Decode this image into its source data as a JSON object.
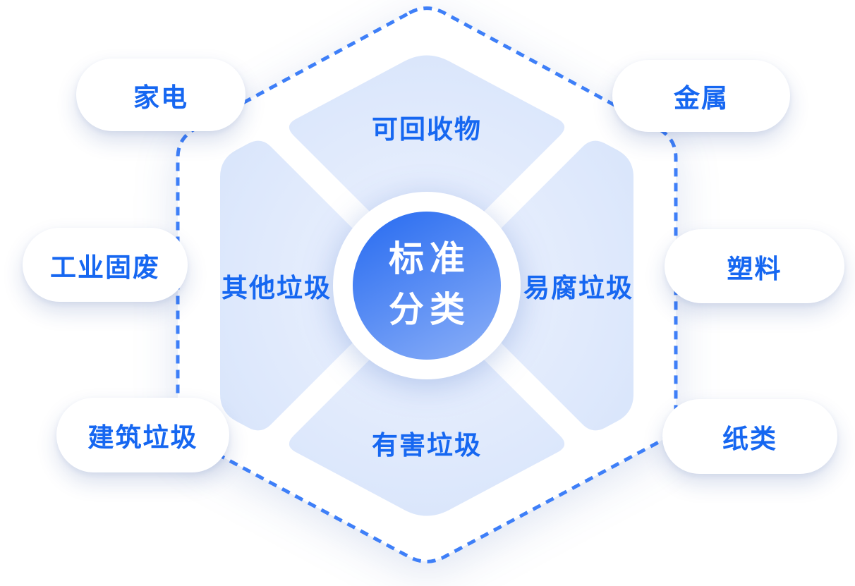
{
  "center": {
    "line1": "标准",
    "line2": "分类"
  },
  "quadrants": [
    {
      "id": "top",
      "label": "可回收物"
    },
    {
      "id": "right",
      "label": "易腐垃圾"
    },
    {
      "id": "bottom",
      "label": "有害垃圾"
    },
    {
      "id": "left",
      "label": "其他垃圾"
    }
  ],
  "satellites": [
    {
      "id": "jiadian",
      "label": "家电",
      "position": "left-top"
    },
    {
      "id": "gongyegufei",
      "label": "工业固废",
      "position": "left-middle"
    },
    {
      "id": "jianzhulaji",
      "label": "建筑垃圾",
      "position": "left-bottom"
    },
    {
      "id": "jinshu",
      "label": "金属",
      "position": "right-top"
    },
    {
      "id": "suliao",
      "label": "塑料",
      "position": "right-middle"
    },
    {
      "id": "zhilei",
      "label": "纸类",
      "position": "right-bottom"
    }
  ],
  "colors": {
    "text_blue": "#1667F1",
    "dash_border_blue": "#3E7FF8",
    "quadrant_fill_outer": "#D4E2FA",
    "quadrant_fill_inner": "#F0F4FE",
    "center_circle_gradient_start": "#2D6FF1",
    "center_circle_gradient_end": "#85ABF7",
    "hexagon_fill": "#FFFFFF",
    "pill_fill": "#FFFFFF"
  }
}
